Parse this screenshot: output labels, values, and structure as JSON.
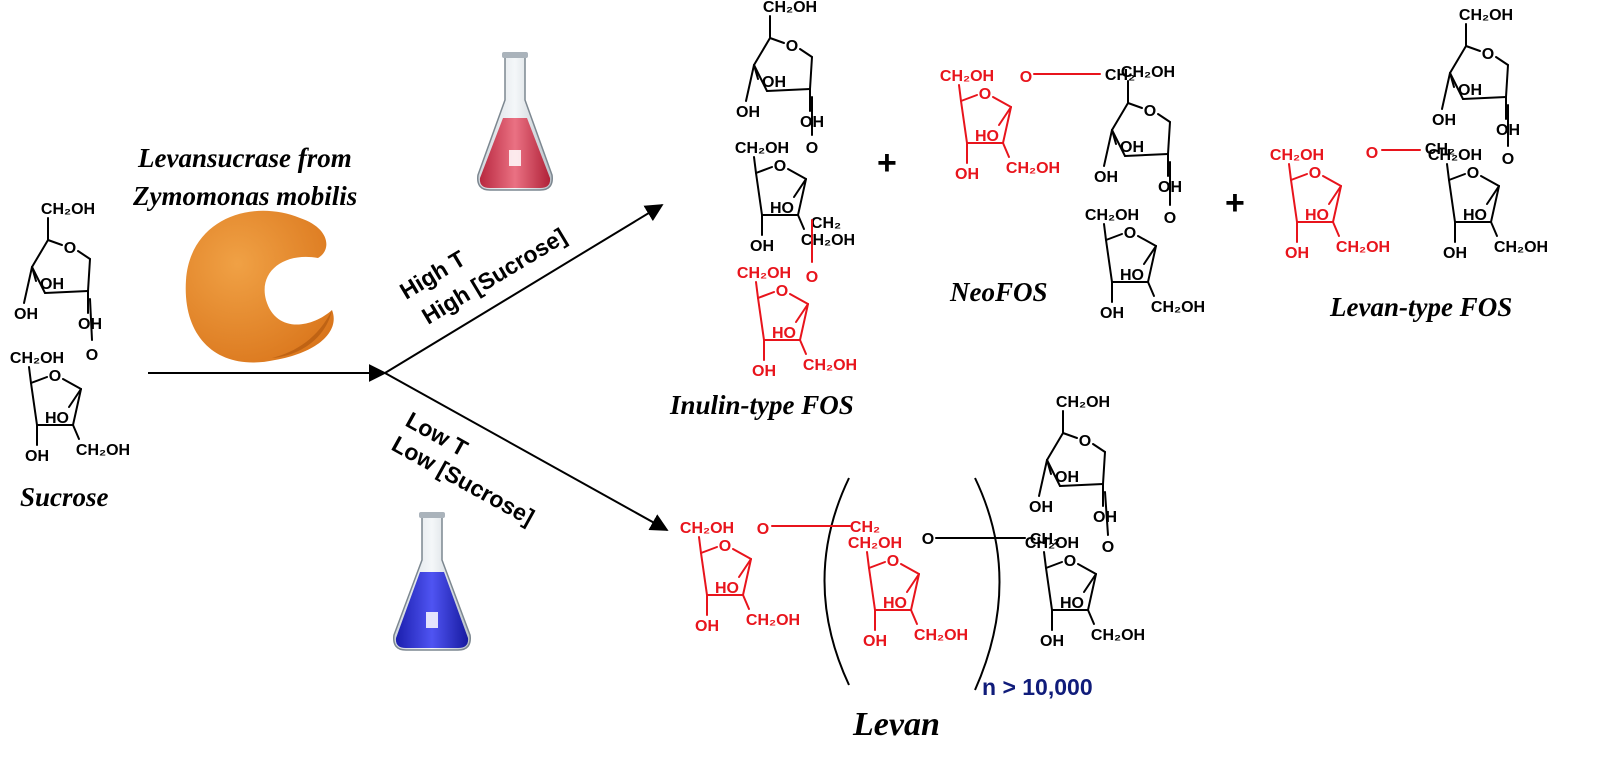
{
  "labels": {
    "sucrose": "Sucrose",
    "enzyme_line1": "Levansucrase from",
    "enzyme_line2": "Zymomonas mobilis",
    "high_t": "High T",
    "high_sucrose": "High [Sucrose]",
    "low_t": "Low T",
    "low_sucrose": "Low [Sucrose]",
    "inulin": "Inulin-type FOS",
    "neofos": "NeoFOS",
    "levan_type": "Levan-type FOS",
    "levan": "Levan",
    "n_label": "n > 10,000",
    "plus": "+"
  },
  "groups": {
    "ch2oh": "CH₂OH",
    "ch2": "CH₂",
    "oh": "OH",
    "ho": "HO",
    "o": "O"
  },
  "colors": {
    "black": "#000000",
    "red": "#e8141c",
    "navy": "#101c7a",
    "enzyme": "#e88a2e",
    "flask_red": "#d9455a",
    "flask_blue": "#2b2fd6"
  }
}
